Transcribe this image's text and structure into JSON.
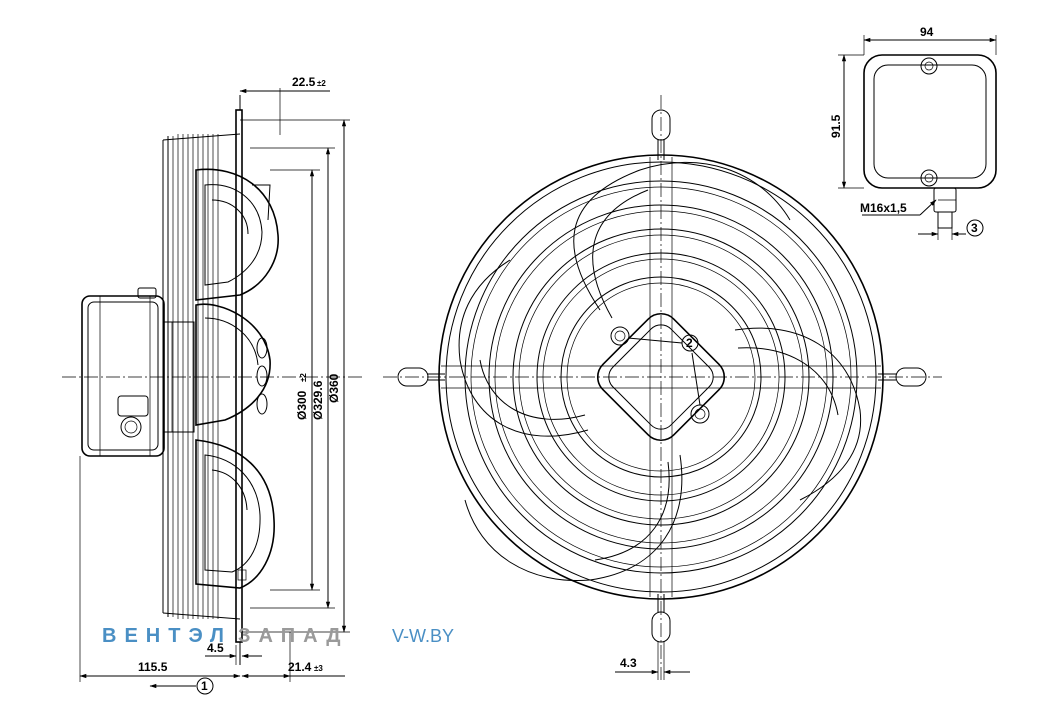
{
  "dimensions": {
    "flange_offset": "22.5",
    "flange_offset_tol": "±2",
    "dia_300": "Ø300",
    "dia_300_tol": "±2",
    "dia_329": "Ø329.6",
    "dia_360": "Ø360",
    "depth_total": "115.5",
    "flange_thickness": "4.5",
    "guard_depth": "21.4",
    "guard_depth_tol": "±3",
    "slot_width": "4.3",
    "box_width": "94",
    "box_height": "91.5",
    "cable_gland": "M16x1,5"
  },
  "callouts": {
    "c1": "1",
    "c2": "2",
    "c3": "3"
  },
  "watermark": {
    "brand_blue": "ВЕНТЭЛ",
    "brand_gray": "ЗАПАД",
    "site": "V-W.BY",
    "color_blue": "#4a8fc4",
    "color_gray": "#9a9a9a"
  }
}
